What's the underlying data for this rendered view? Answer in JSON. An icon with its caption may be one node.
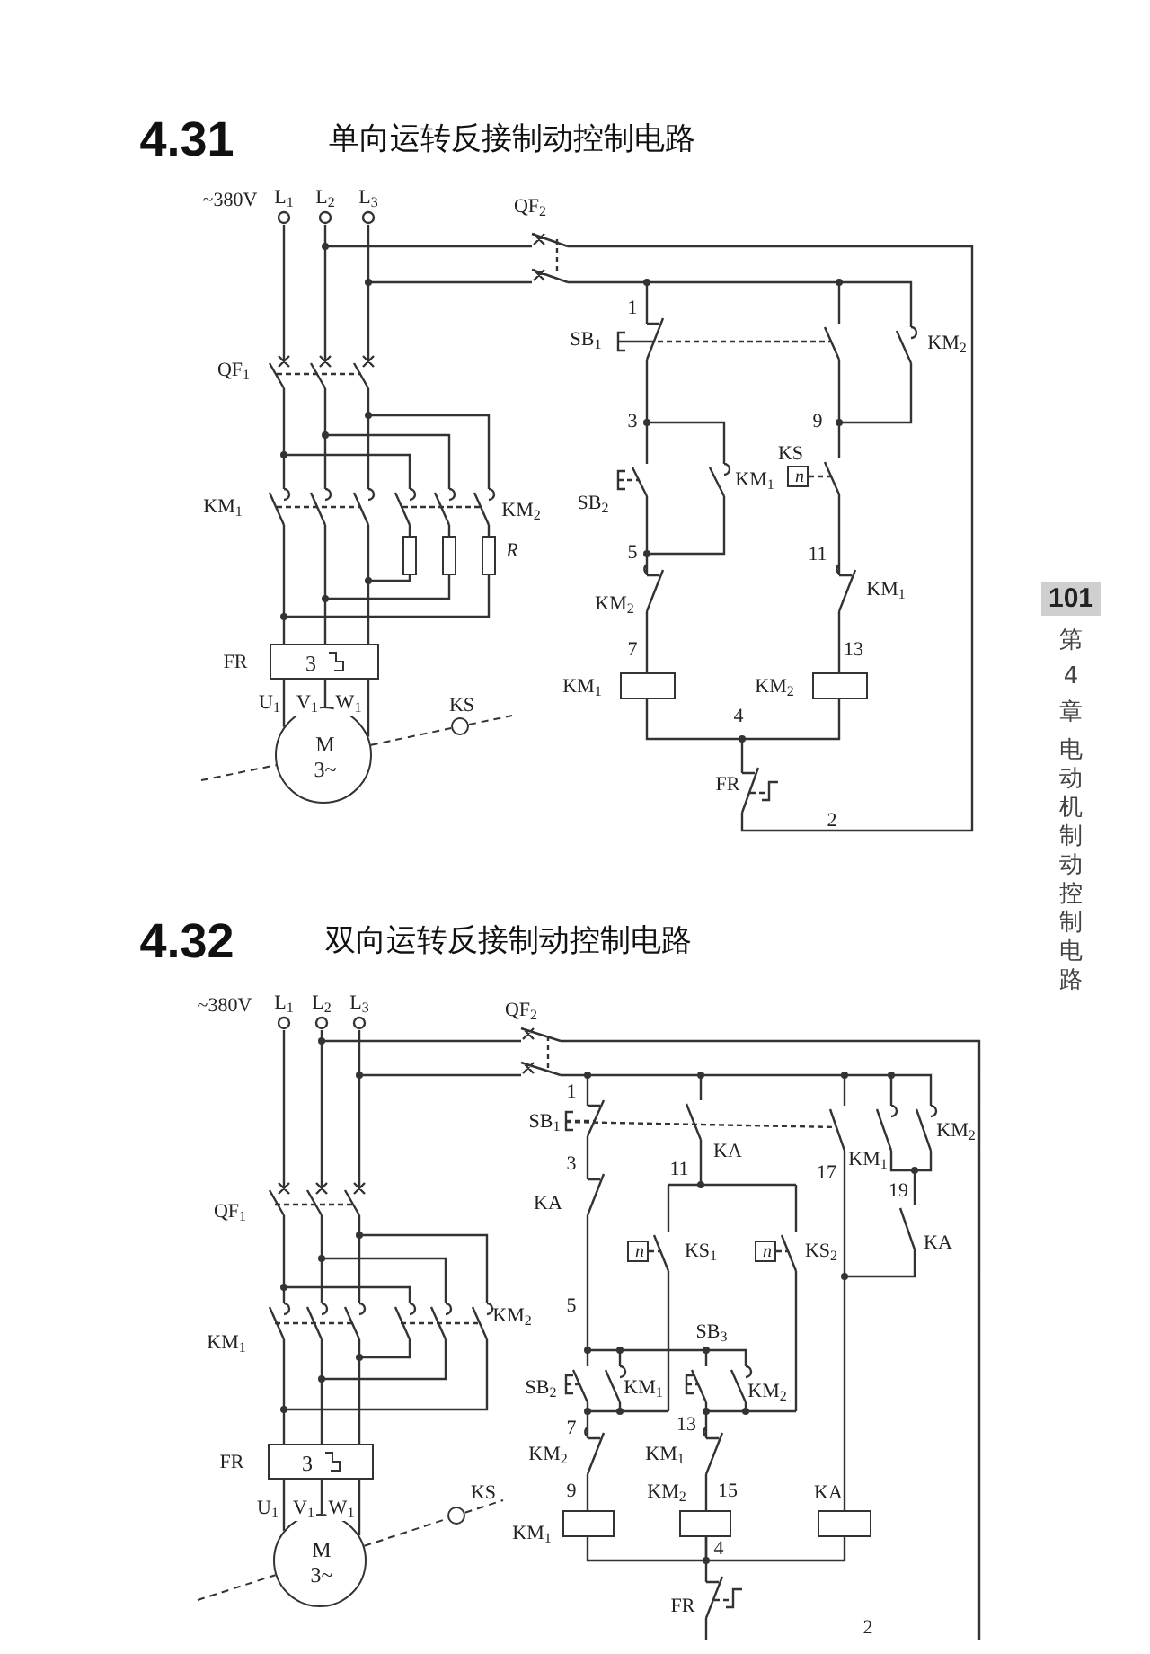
{
  "diagram": {
    "nodes": [
      {
        "text": [
          "M 3~"
        ]
      },
      {
        "text": [
          "3"
        ],
        "beside": [
          "FR"
        ]
      },
      {
        "text": [],
        "shape": "circle",
        "beside": [
          "KS"
        ]
      },
      {
        "text": [],
        "shape": "box"
      },
      {
        "text": [],
        "shape": "box"
      },
      {
        "text": [],
        "shape": "box"
      },
      {
        "text": [
          "n"
        ]
      },
      {
        "text": [],
        "shape": "box",
        "beside": [
          "KM$_{1}$"
        ]
      },
      {
        "text": [],
        "shape": "box",
        "beside": [
          "KM$_{2}$"
        ]
      },
      {
        "text": [
          "M 3~"
        ]
      },
      {
        "text": [
          "3"
        ],
        "beside": [
          "FR"
        ]
      },
      {
        "text": [],
        "shape": "circle",
        "beside": [
          "KS"
        ]
      },
      {
        "text": [
          "n"
        ]
      },
      {
        "text": [
          "n"
        ]
      },
      {
        "text": [],
        "shape": "box",
        "beside": [
          "KM$_{1}$"
        ]
      },
      {
        "text": [],
        "shape": "box",
        "beside": [
          "KM$_{2}$"
        ]
      },
      {
        "text": [],
        "shape": "box",
        "beside": [
          "KA"
        ]
      }
    ],
    "edges": [
      {
        "from": 1,
        "to": 0,
        "arrow": "none",
        "label": "U$_{1}$"
      },
      {
        "from": 1,
        "to": 0,
        "arrow": "none",
        "label": "V$_{1}$"
      },
      {
        "from": 1,
        "to": 0,
        "arrow": "none",
        "label": "W$_{1}$"
      },
      {
        "from": 0,
        "to": 2,
        "arrow": "none",
        "style": "dashed"
      },
      {
        "from": 7,
        "to": 8,
        "arrow": "none"
      },
      {
        "from": 10,
        "to": 9,
        "arrow": "none",
        "label": "U$_{1}$"
      },
      {
        "from": 10,
        "to": 9,
        "arrow": "none",
        "label": "V$_{1}$"
      },
      {
        "from": 10,
        "to": 9,
        "arrow": "none",
        "label": "W$_{1}$"
      },
      {
        "from": 9,
        "to": 11,
        "arrow": "none",
        "style": "dashed"
      },
      {
        "from": 14,
        "to": 15,
        "arrow": "none"
      },
      {
        "from": 15,
        "to": 16,
        "arrow": "none"
      }
    ],
    "labels": [
      "4.31",
      "单向运转反接制动控制电路",
      "~380V",
      "L$_{1}$",
      "L$_{2}$",
      "L$_{3}$",
      "QF$_{2}$",
      "QF$_{1}$",
      "1",
      "SB$_{1}$",
      "KM$_{2}$",
      "3",
      "9",
      "KS",
      "KM$_{1}$",
      "SB$_{2}$",
      "KM$_{1}$",
      "KM$_{2}$",
      "R",
      "5",
      "11",
      "KM$_{2}$",
      "KM$_{1}$",
      "7",
      "13",
      "4",
      "FR",
      "2",
      "101",
      "第4章",
      "电动机制动控制电路",
      "4.32",
      "双向运转反接制动控制电路",
      "~380V",
      "L$_{1}$",
      "L$_{2}$",
      "L$_{3}$",
      "QF$_{2}$",
      "1",
      "SB$_{1}$",
      "KM$_{1}$",
      "KM$_{2}$",
      "KA",
      "11",
      "17",
      "3",
      "KA",
      "19",
      "QF$_{1}$",
      "KA",
      "KS$_{1}$",
      "KS$_{2}$",
      "5",
      "KM$_{1}$",
      "KM$_{2}$",
      "SB$_{3}$",
      "SB$_{2}$",
      "KM$_{1}$",
      "KM$_{2}$",
      "7",
      "13",
      "KM$_{2}$",
      "KM$_{1}$",
      "9",
      "15",
      "4",
      "FR",
      "2"
    ]
  }
}
